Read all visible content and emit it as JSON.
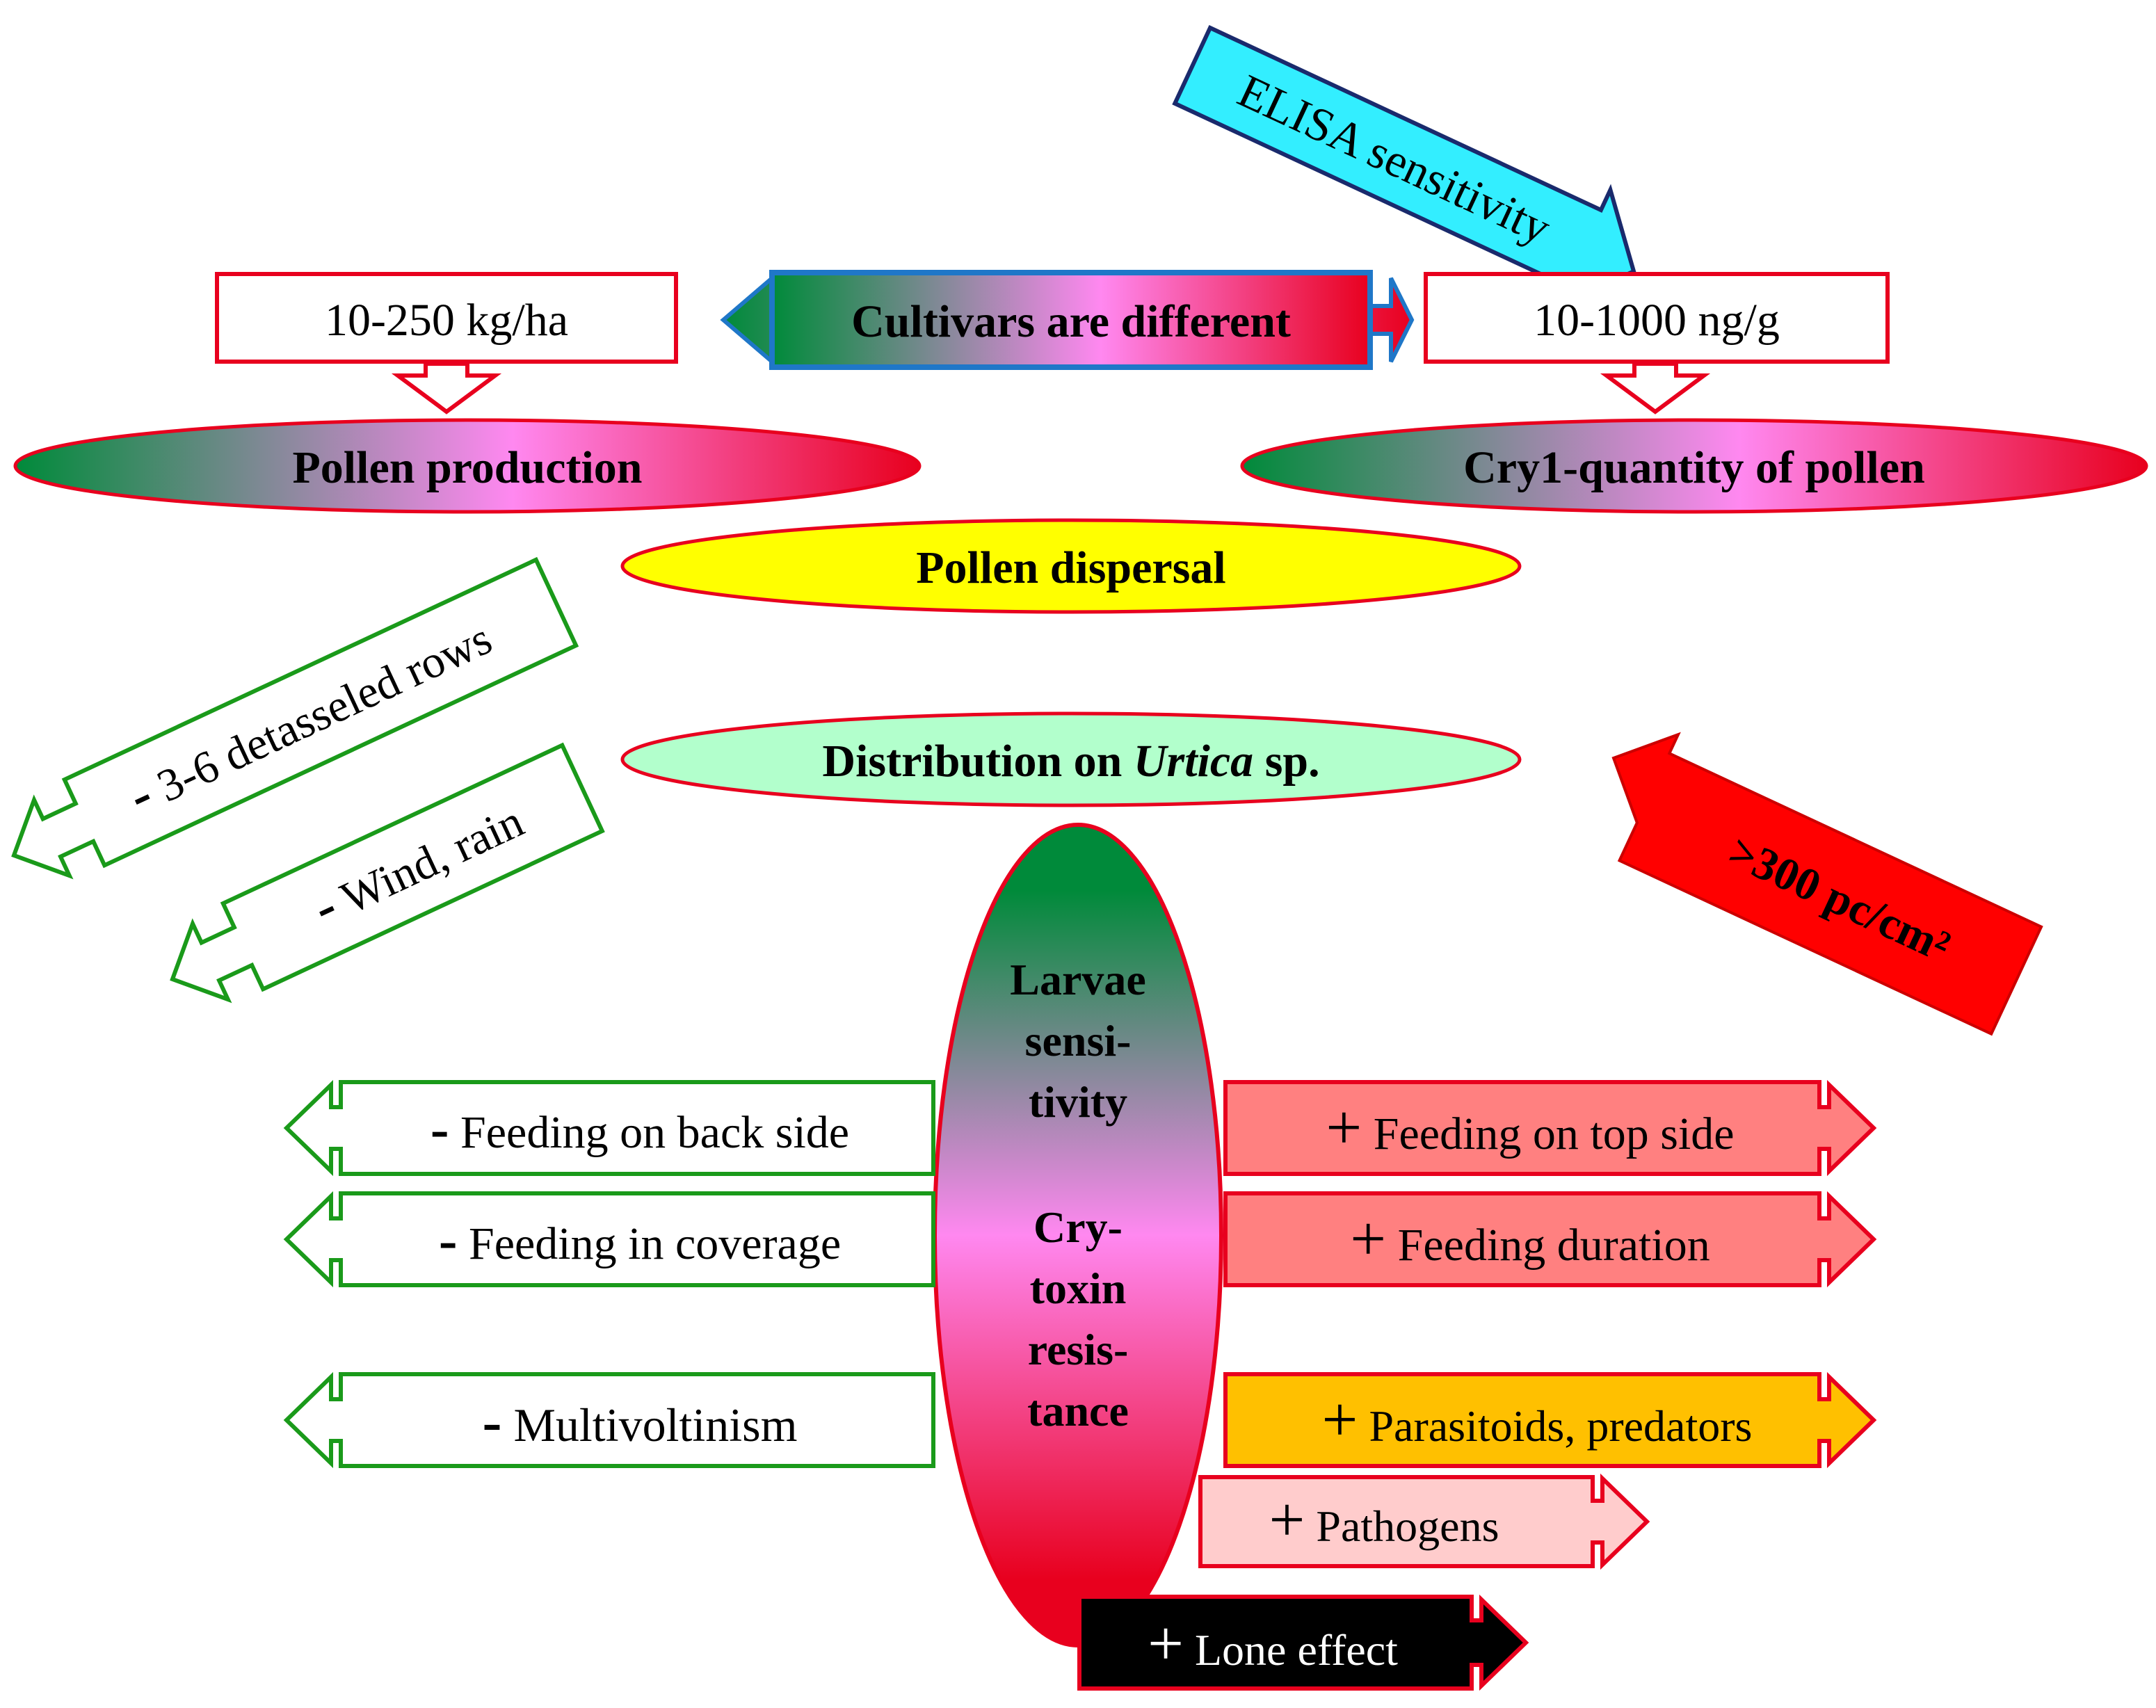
{
  "nodes": {
    "elisa": "ELISA sensitivity",
    "pollen_amount": "10-250 kg/ha",
    "cultivars": "Cultivars are different",
    "cry_amount": "10-1000 ng/g",
    "pollen_production": "Pollen production",
    "cry_quantity": "Cry1-quantity of pollen",
    "pollen_dispersal": "Pollen dispersal",
    "distribution_prefix": "Distribution on ",
    "distribution_genus": "Urtica",
    "distribution_suffix": " sp.",
    "density": ">300 pc/cm²",
    "larvae_lines": [
      "Larvae",
      "sensi-",
      "tivity"
    ],
    "resistance_lines": [
      "Cry-",
      "toxin",
      "resis-",
      "tance"
    ]
  },
  "negative_factors": {
    "sign": "-",
    "detasseled": "3-6 detasseled rows",
    "wind": "Wind, rain",
    "back_side": "Feeding on back side",
    "coverage": "Feeding in coverage",
    "multivoltinism": "Multivoltinism"
  },
  "positive_factors": {
    "sign": "+",
    "top_side": "Feeding on top side",
    "duration": "Feeding duration",
    "parasitoids": "Parasitoids, predators",
    "pathogens": "Pathogens",
    "lone": "Lone effect"
  },
  "colors": {
    "green": "#008A3A",
    "red": "#E8001E",
    "pink": "#FF88F0",
    "cyan": "#33EEFF",
    "yellow": "#FFFF00",
    "mint": "#B2FFCC",
    "salmon": "#FF8080",
    "orange": "#FFC000",
    "light_pink": "#FFCCCC",
    "black": "#000000",
    "blue_border": "#1F77C8",
    "navy": "#1A2A6C"
  }
}
